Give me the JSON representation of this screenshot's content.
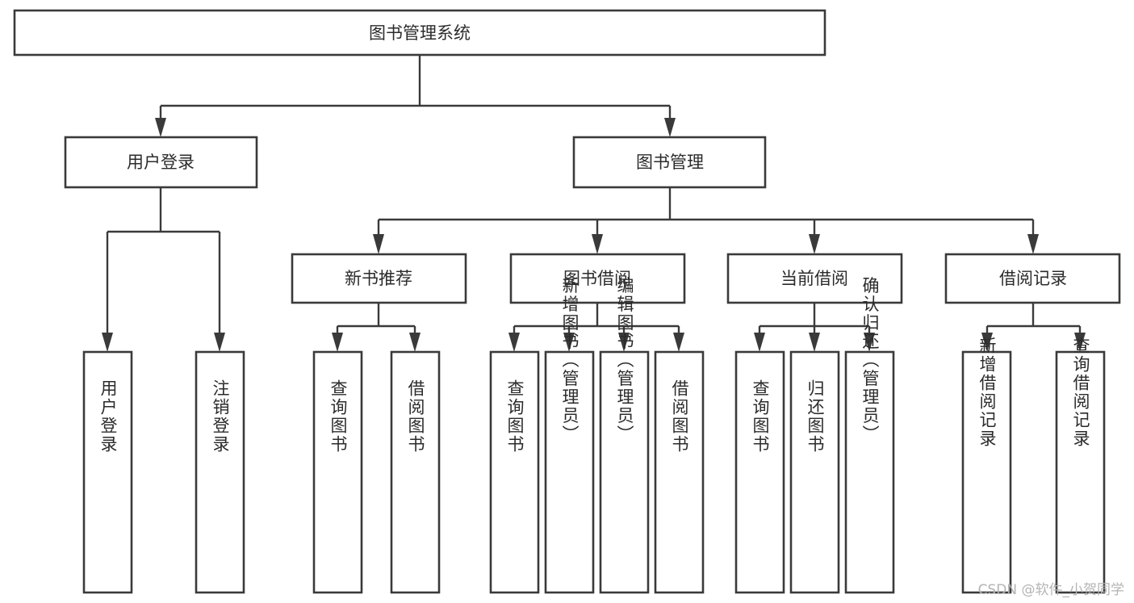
{
  "diagram": {
    "title": "图书管理系统",
    "type": "hierarchy-tree",
    "levels": 4,
    "colors": {
      "box_fill": "#ffffff",
      "box_stroke": "#3a3a3a",
      "connector": "#3a3a3a",
      "label_text": "#2b2b2b",
      "watermark_text": "#b4b4b4",
      "background": "#ffffff"
    },
    "root": {
      "label": "图书管理系统"
    },
    "level2": [
      {
        "label": "用户登录"
      },
      {
        "label": "图书管理"
      }
    ],
    "level3": [
      {
        "label": "新书推荐"
      },
      {
        "label": "图书借阅"
      },
      {
        "label": "当前借阅"
      },
      {
        "label": "借阅记录"
      }
    ],
    "leaves": {
      "user_login": [
        {
          "label": "用户登录"
        },
        {
          "label": "注销登录"
        }
      ],
      "new_book_recommend": [
        {
          "label": "查询图书"
        },
        {
          "label": "借阅图书"
        }
      ],
      "book_borrow": [
        {
          "label": "查询图书"
        },
        {
          "label": "新增图书（管理员）"
        },
        {
          "label": "编辑图书（管理员）"
        },
        {
          "label": "借阅图书"
        }
      ],
      "current_borrow": [
        {
          "label": "查询图书"
        },
        {
          "label": "归还图书"
        },
        {
          "label": "确认归还（管理员）"
        }
      ],
      "borrow_records": [
        {
          "label": "新增借阅记录"
        },
        {
          "label": "查询借阅记录"
        }
      ]
    }
  },
  "watermark": {
    "text": "CSDN @软件_小贺同学"
  }
}
